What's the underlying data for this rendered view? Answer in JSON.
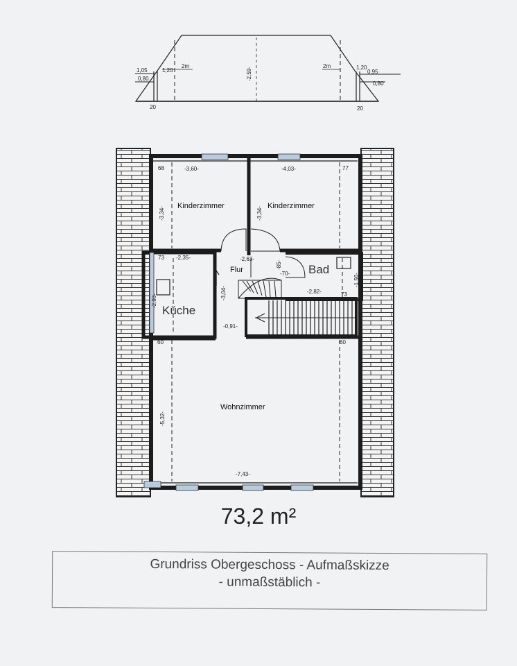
{
  "section": {
    "left_heights": [
      "1,05",
      "0,80"
    ],
    "left_wall_height": "1,20",
    "left_mark": "2m",
    "ridge_height": "-2,59-",
    "right_mark": "2m",
    "right_wall_height": "1,20",
    "right_heights": [
      "0,95",
      "0,80"
    ],
    "left_base": "20",
    "right_base": "20"
  },
  "rooms": {
    "kinderzimmer_1": {
      "name": "Kinderzimmer",
      "width": "-3,60-",
      "height": "-3,34-",
      "corner": "68"
    },
    "kinderzimmer_2": {
      "name": "Kinderzimmer",
      "width": "-4,03-",
      "height": "-3,34-",
      "corner": "77"
    },
    "kueche": {
      "name": "Küche",
      "width": "-2,35-",
      "height": "-2,93-",
      "corner": "73"
    },
    "flur": {
      "name": "Flur",
      "width": "-2,63-",
      "height": "-3,04-",
      "bottom": "-0,91-"
    },
    "bad": {
      "name": "Bad",
      "width": "-2,82-",
      "height": "-1,56-",
      "corner": "73",
      "door_height": "-85-",
      "door_width": "-70-"
    },
    "wohnzimmer": {
      "name": "Wohnzimmer",
      "width": "-7,43-",
      "height": "-5,32-",
      "corner_left": "60",
      "corner_right": "60"
    }
  },
  "area": "73,2 m²",
  "caption": {
    "line1": "Grundriss Obergeschoss - Aufmaßskizze",
    "line2": "- unmaßstäblich -"
  },
  "colors": {
    "wall": "#1c1c1c",
    "window": "#b8cce0",
    "paper": "#f1f2f4"
  }
}
